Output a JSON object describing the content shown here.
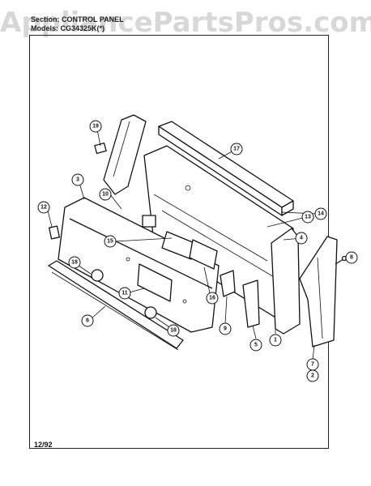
{
  "watermark": "AppliancePartsPros.com",
  "header": {
    "section": "Section: CONTROL PANEL",
    "models": "Models: CG34325K(*)"
  },
  "footer": {
    "date": "12/92"
  },
  "callouts": {
    "c1": "1",
    "c2": "2",
    "c3": "3",
    "c4": "4",
    "c5": "5",
    "c6": "6",
    "c7": "7",
    "c8": "8",
    "c9": "9",
    "c10": "10",
    "c11": "11",
    "c12": "12",
    "c13": "13",
    "c14": "14",
    "c15": "15",
    "c16": "16",
    "c17": "17",
    "c18a": "18",
    "c18b": "18",
    "c19": "19"
  }
}
